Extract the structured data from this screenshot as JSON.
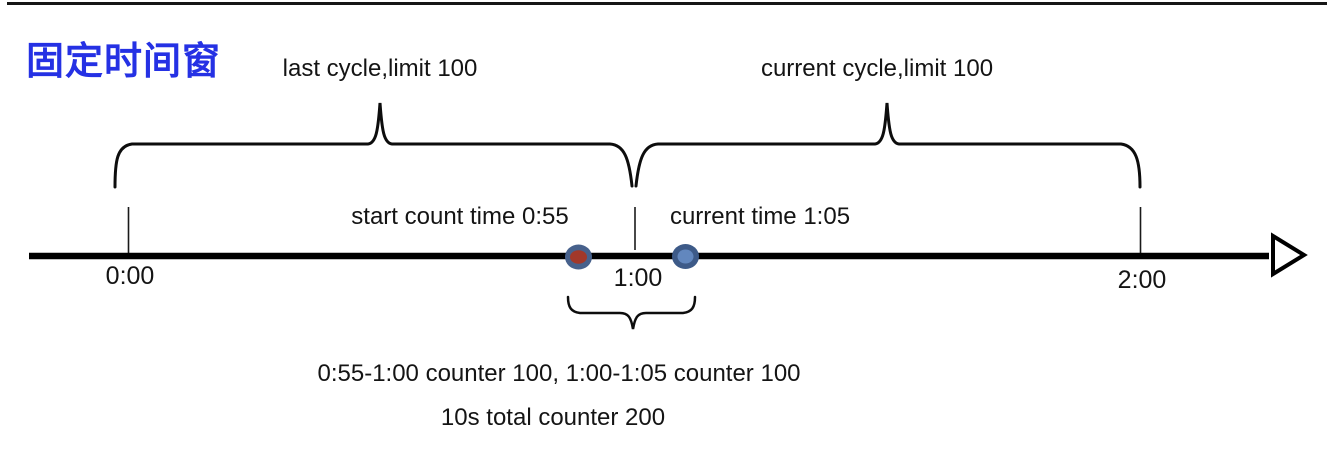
{
  "title": "固定时间窗",
  "colors": {
    "title_blue": "#2531E4",
    "ink": "#0d0d0d",
    "dot1_ring": "#47618C",
    "dot1_fill": "#A2382A",
    "dot2_ring": "#3D5A88",
    "dot2_fill": "#6287BE"
  },
  "braces": {
    "last_cycle_label": "last cycle,limit 100",
    "current_cycle_label": "current cycle,limit 100"
  },
  "timeline": {
    "ticks": [
      "0:00",
      "1:00",
      "2:00"
    ],
    "start_count_label": "start count time 0:55",
    "current_time_label": "current time 1:05"
  },
  "annotation": {
    "line1": "0:55-1:00 counter 100, 1:00-1:05 counter 100",
    "line2": "10s total counter 200"
  }
}
